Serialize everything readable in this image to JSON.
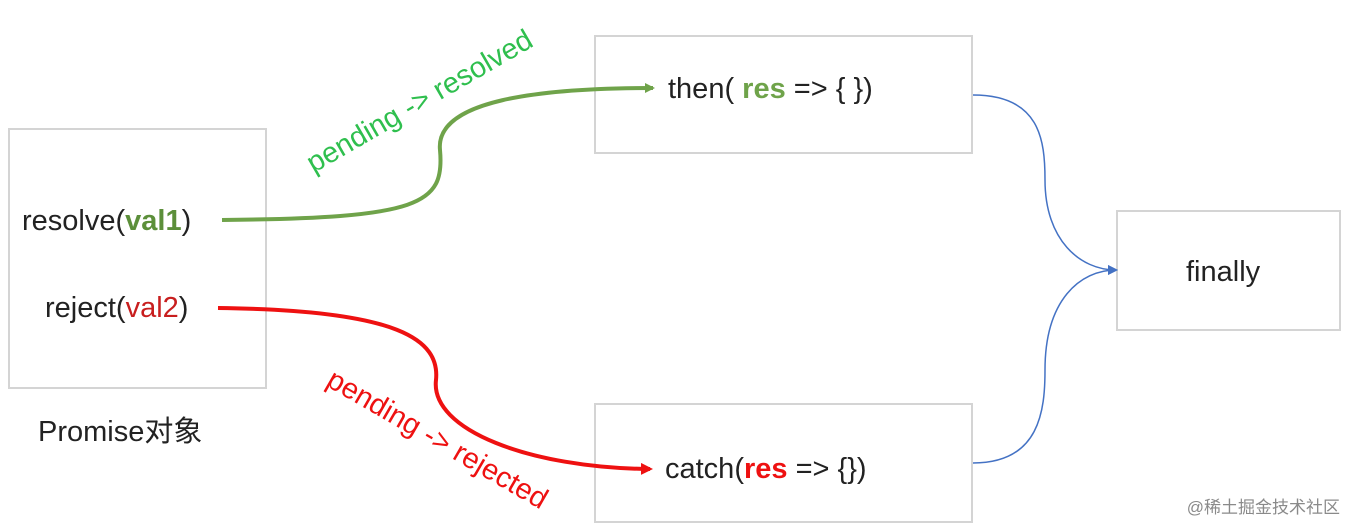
{
  "promise_box": {
    "resolve_prefix": "resolve(",
    "resolve_arg": "val1",
    "resolve_suffix": ")",
    "reject_prefix": "reject(",
    "reject_arg": "val2",
    "reject_suffix": ")",
    "caption": "Promise对象"
  },
  "then_box": {
    "prefix": "then( ",
    "arg": "res",
    "suffix": " => { })"
  },
  "catch_box": {
    "prefix": "catch(",
    "arg": "res",
    "suffix": " => {})"
  },
  "finally_box": {
    "label": "finally"
  },
  "transitions": {
    "resolved": "pending -> resolved",
    "rejected": "pending -> rejected"
  },
  "watermark": "@稀土掘金技术社区",
  "colors": {
    "resolve_arrow": "#6fa34a",
    "resolve_label": "#2fbf4e",
    "resolve_arg": "#5c8f3a",
    "reject": "#ee1111",
    "reject_arg": "#c81e1e",
    "finally_arrow": "#4472c4",
    "box_border": "#d4d4d4"
  }
}
